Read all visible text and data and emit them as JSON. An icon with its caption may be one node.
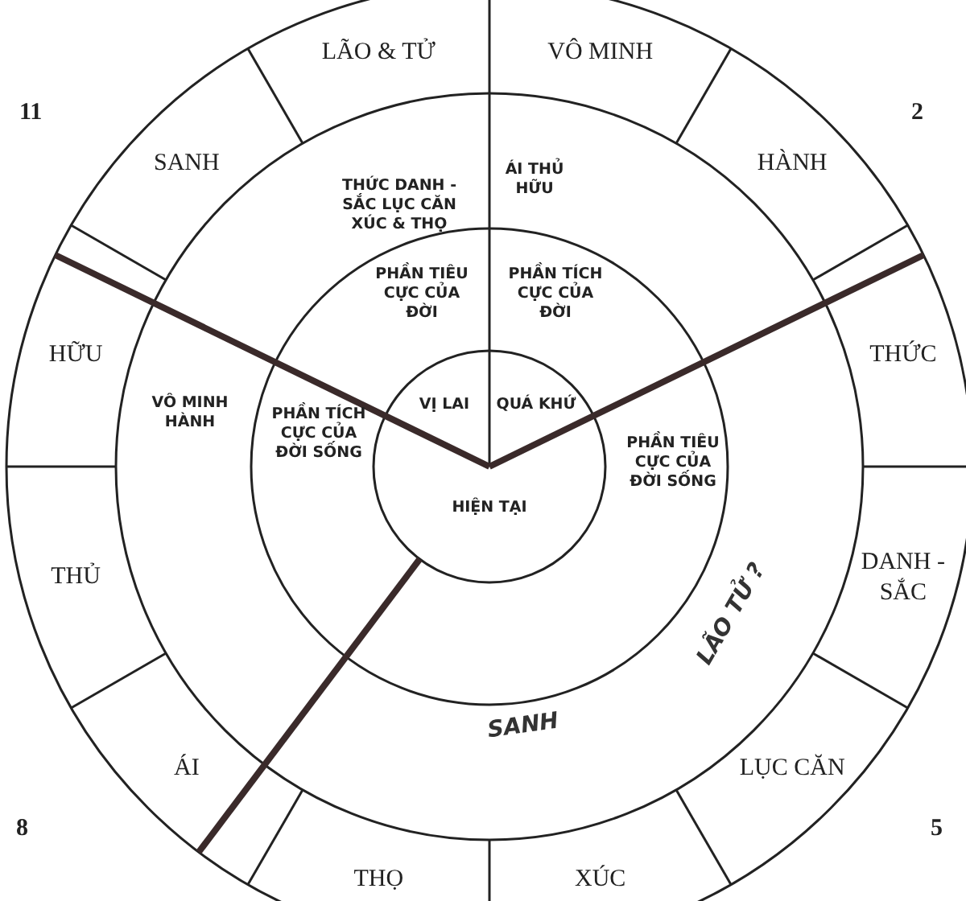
{
  "diagram": {
    "nodes": [
      {
        "text": [
          "VÔ MINH"
        ]
      },
      {
        "text": [
          "HÀNH"
        ]
      },
      {
        "text": [
          "THỨC"
        ]
      },
      {
        "text": [
          "DANH - SẮC"
        ]
      },
      {
        "text": [
          "LỤC CĂN"
        ]
      },
      {
        "text": [
          "XÚC"
        ]
      },
      {
        "text": [
          "THỌ"
        ]
      },
      {
        "text": [
          "ÁI"
        ]
      },
      {
        "text": [
          "THỦ"
        ]
      },
      {
        "text": [
          "HỮU"
        ]
      },
      {
        "text": [
          "SANH"
        ]
      },
      {
        "text": [
          "LÃO & TỬ"
        ]
      },
      {
        "text": [
          "THỨC DANH - SẮC LỤC CĂN XÚC & THỌ"
        ]
      },
      {
        "text": [
          "ÁI THỦ HỮU"
        ]
      },
      {
        "text": [
          "VÔ MINH HÀNH"
        ]
      },
      {
        "text": [
          "SANH"
        ]
      },
      {
        "text": [
          "LÃO TỬ ?"
        ]
      },
      {
        "text": [
          "PHẦN TIÊU CỰC CỦA ĐỜI"
        ]
      },
      {
        "text": [
          "PHẦN TÍCH CỰC CỦA ĐỜI"
        ]
      },
      {
        "text": [
          "PHẦN TÍCH CỰC CỦA ĐỜI SỐNG"
        ]
      },
      {
        "text": [
          "PHẦN TIÊU CỰC CỦA ĐỜI SỐNG"
        ]
      },
      {
        "text": [
          "VỊ LAI"
        ]
      },
      {
        "text": [
          "QUÁ KHỨ"
        ]
      },
      {
        "text": [
          "HIỆN TẠI"
        ]
      }
    ],
    "labels": [
      "11",
      "2",
      "8",
      "5"
    ]
  }
}
